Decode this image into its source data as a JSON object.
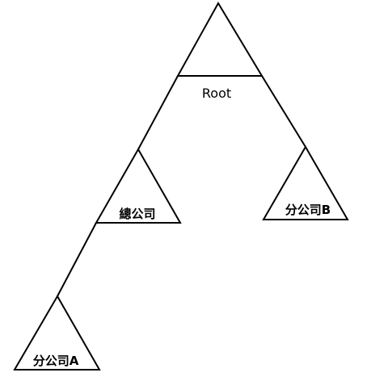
{
  "diagram": {
    "nodes": {
      "root": "Root",
      "head_office": "總公司",
      "branch_a": "分公司A",
      "branch_b": "分公司B"
    },
    "edges": [
      [
        "root",
        "head_office"
      ],
      [
        "root",
        "branch_b"
      ],
      [
        "head_office",
        "branch_a"
      ]
    ]
  }
}
